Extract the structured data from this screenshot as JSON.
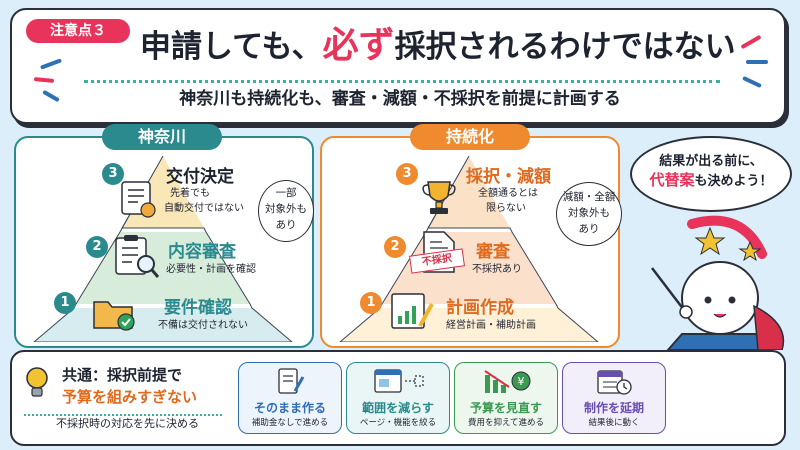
{
  "header": {
    "badge": "注意点３",
    "title_part1": "申請しても、",
    "title_emphasis": "必ず",
    "title_part2": "採択されるわけではない",
    "subtitle": "神奈川も持続化も、審査・減額・不採択を前提に計画する"
  },
  "kanagawa": {
    "title": "神奈川",
    "color": "#2b8a8e",
    "tiers": [
      {
        "num": "3",
        "title": "交付決定",
        "desc1": "先着でも",
        "desc2": "自動交付ではない",
        "icon": "certificate-icon"
      },
      {
        "num": "2",
        "title": "内容審査",
        "desc1": "必要性・計画を確認",
        "icon": "clipboard-magnifier-icon"
      },
      {
        "num": "1",
        "title": "要件確認",
        "desc1": "不備は交付されない",
        "icon": "folder-check-icon"
      }
    ],
    "bubble": [
      "一部",
      "対象外も",
      "あり"
    ]
  },
  "jizokuka": {
    "title": "持続化",
    "color": "#ef8a2e",
    "tiers": [
      {
        "num": "3",
        "title": "採択・減額",
        "desc1": "全額通るとは",
        "desc2": "限らない",
        "icon": "trophy-icon"
      },
      {
        "num": "2",
        "title": "審査",
        "desc1": "不採択あり",
        "stamp": "不採択",
        "icon": "rejected-document-icon"
      },
      {
        "num": "1",
        "title": "計画作成",
        "desc1": "経営計画・補助計画",
        "icon": "chart-pencil-icon"
      }
    ],
    "bubble": [
      "減額・全額",
      "対象外も",
      "あり"
    ]
  },
  "advice": {
    "line1": "結果が出る前に、",
    "emphasis": "代替案",
    "line2": "も決めよう！"
  },
  "footer": {
    "label": "共通：採択前提で",
    "emphasis": "予算を組みすぎない",
    "note": "不採択時の対応を先に決める",
    "cards": [
      {
        "title": "そのまま作る",
        "sub": "補助金なしで進める",
        "color": "#2f6fb4",
        "icon": "document-pencil-icon"
      },
      {
        "title": "範囲を減らす",
        "sub": "ページ・機能を絞る",
        "color": "#2b8a8e",
        "icon": "window-reduce-icon"
      },
      {
        "title": "予算を見直す",
        "sub": "費用を抑えて進める",
        "color": "#3a9a52",
        "icon": "chart-down-yen-icon"
      },
      {
        "title": "制作を延期",
        "sub": "結果後に動く",
        "color": "#6a4fb0",
        "icon": "calendar-clock-icon"
      }
    ]
  }
}
